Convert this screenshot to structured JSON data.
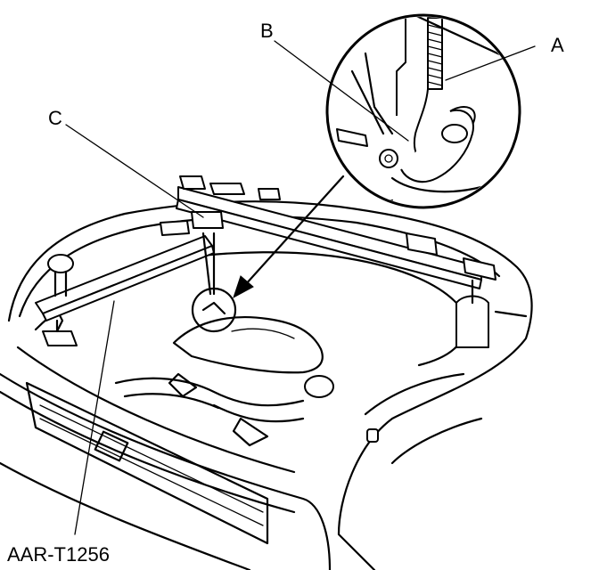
{
  "diagram": {
    "callouts": [
      {
        "id": "A",
        "label": "A"
      },
      {
        "id": "B",
        "label": "B"
      },
      {
        "id": "C",
        "label": "C"
      }
    ],
    "tool_number": "AAR-T1256"
  }
}
